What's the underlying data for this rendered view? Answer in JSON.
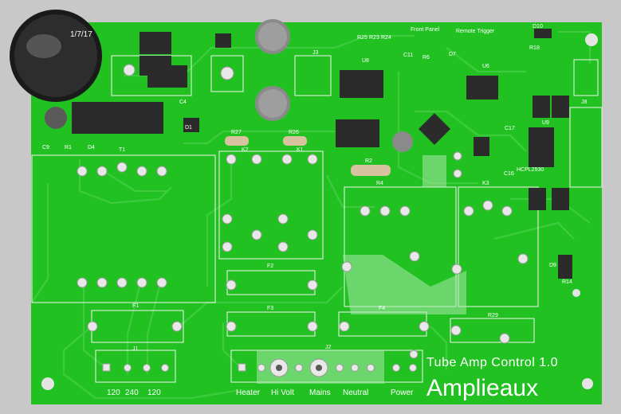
{
  "board": {
    "date": "1/7/17",
    "title": "Tube Amp Control 1.0",
    "brand": "Amplieaux",
    "colors": {
      "background": "#c8c8c8",
      "pcb": "#22c122",
      "trace": "#3ecc3e",
      "silkscreen": "#ffffff",
      "component": "#2e2e2e"
    }
  },
  "headers": {
    "front_panel": "Front Panel",
    "remote_trigger": "Remote Trigger"
  },
  "connector_labels": {
    "j1": [
      "120",
      "240",
      "120"
    ],
    "j2": [
      "Heater",
      "Hi Volt",
      "Mains",
      "Neutral",
      "Power"
    ]
  },
  "designators": {
    "r25": "R25",
    "r23": "R23",
    "r24": "R24",
    "u8": "U8",
    "j3": "J3",
    "c11": "C11",
    "d7": "D7",
    "u6": "U6",
    "r6": "R6",
    "r27": "R27",
    "r26": "R26",
    "k2": "K2",
    "k1": "K1",
    "t1": "T1",
    "c9": "C9",
    "r1": "R1",
    "d4": "D4",
    "c4": "C4",
    "d1": "D1",
    "r2": "R2",
    "r4": "R4",
    "c17": "C17",
    "c16": "C16",
    "k3": "K3",
    "f1": "F1",
    "f2": "F2",
    "f3": "F3",
    "f4": "F4",
    "r29": "R29",
    "j1": "J1",
    "j2": "J2",
    "hcpl": "HCPL2530",
    "r18": "R18",
    "d10": "D10",
    "j8": "J8",
    "d9": "D9",
    "r14": "R14",
    "u9": "U9"
  }
}
